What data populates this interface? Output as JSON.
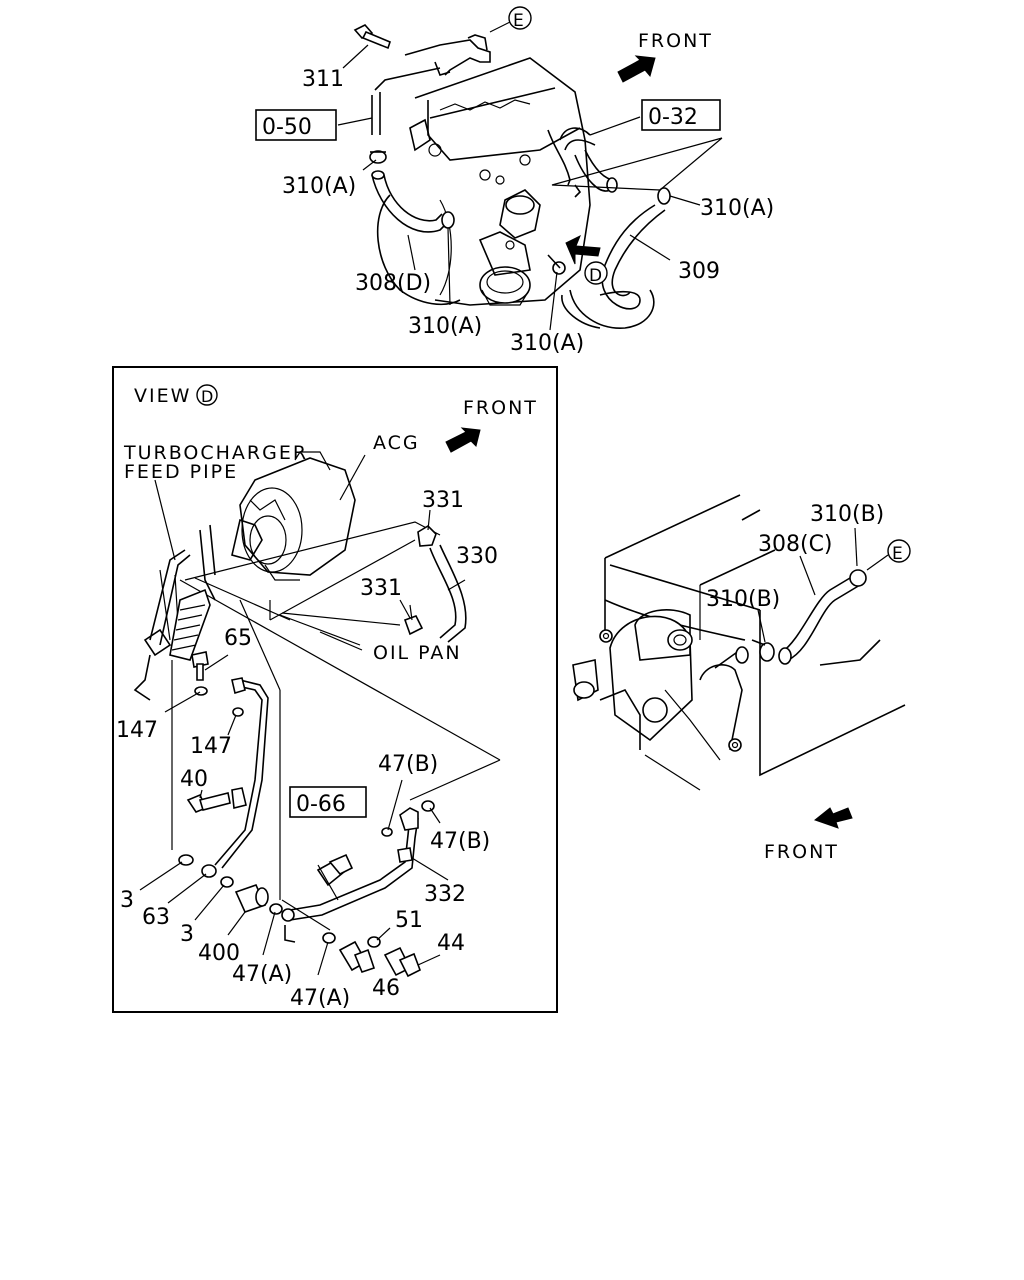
{
  "top_diagram": {
    "front": "FRONT",
    "ref_box_1": "0-50",
    "ref_box_2": "0-32",
    "label_311": "311",
    "label_310a_1": "310(A)",
    "label_310a_2": "310(A)",
    "label_310a_3": "310(A)",
    "label_310a_4": "310(A)",
    "label_308d": "308(D)",
    "label_309": "309",
    "marker_e": "E",
    "marker_d": "D"
  },
  "view_d": {
    "title_prefix": "VIEW",
    "title_marker": "D",
    "front": "FRONT",
    "acg": "ACG",
    "turbo_line1": "TURBOCHARGER",
    "turbo_line2": "FEED PIPE",
    "oil_pan": "OIL PAN",
    "ref_box": "0-66",
    "labels": {
      "l331a": "331",
      "l330": "330",
      "l331b": "331",
      "l65": "65",
      "l147a": "147",
      "l147b": "147",
      "l40": "40",
      "l47b1": "47(B)",
      "l47b2": "47(B)",
      "l332": "332",
      "l3a": "3",
      "l63": "63",
      "l3b": "3",
      "l400": "400",
      "l47a1": "47(A)",
      "l47a2": "47(A)",
      "l51": "51",
      "l44": "44",
      "l46": "46"
    }
  },
  "right_diagram": {
    "front": "FRONT",
    "label_310b_1": "310(B)",
    "label_308c": "308(C)",
    "label_310b_2": "310(B)",
    "marker_e": "E"
  }
}
